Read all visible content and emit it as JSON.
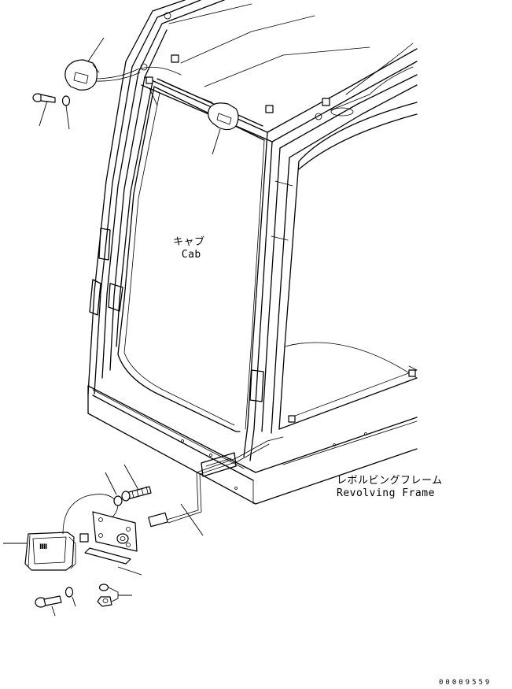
{
  "labels": {
    "cab_jp": "キャブ",
    "cab_en": "Cab",
    "frame_jp": "レボルビングフレーム",
    "frame_en": "Revolving Frame"
  },
  "lamp_mark": "IIII",
  "doc_number": "00009559"
}
